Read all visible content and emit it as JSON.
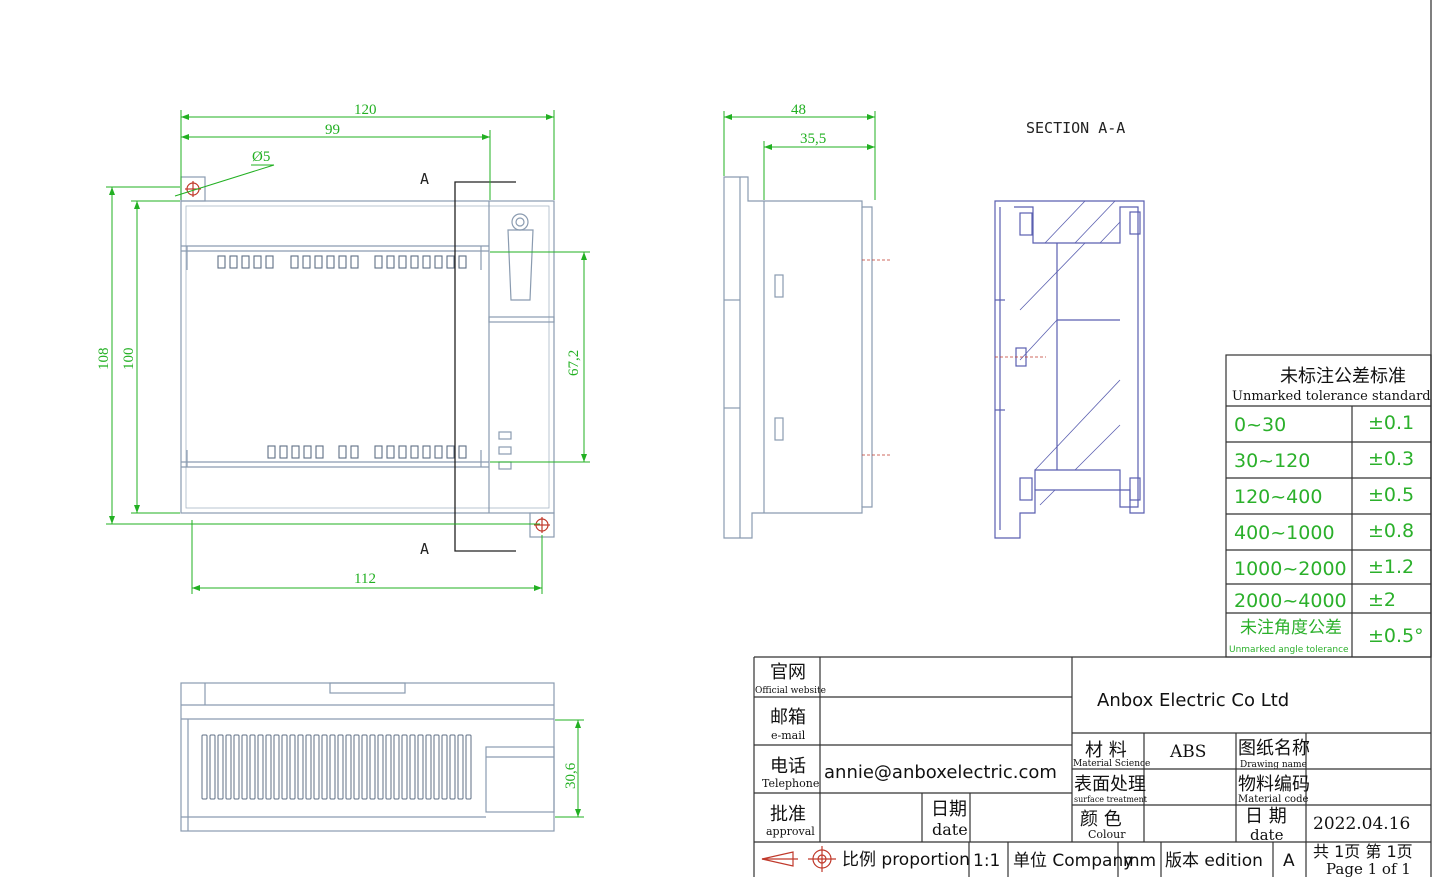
{
  "front_view": {
    "dim_width": "120",
    "dim_hole_span": "99",
    "dim_hole_dia": "Ø5",
    "dim_height_outer": "108",
    "dim_height_inner": "100",
    "dim_terminal_span": "67,2",
    "dim_bottom": "112",
    "section_mark": "A"
  },
  "side_view": {
    "dim_depth": "48",
    "dim_depth_inner": "35,5"
  },
  "bottom_view": {
    "dim_height": "30,6"
  },
  "section_view": {
    "title": "SECTION A-A"
  },
  "tolerance_table": {
    "title_cn": "未标注公差标准",
    "title_en": "Unmarked tolerance standard",
    "rows": [
      {
        "range": "0~30",
        "tol": "±0.1"
      },
      {
        "range": "30~120",
        "tol": "±0.3"
      },
      {
        "range": "120~400",
        "tol": "±0.5"
      },
      {
        "range": "400~1000",
        "tol": "±0.8"
      },
      {
        "range": "1000~2000",
        "tol": "±1.2"
      },
      {
        "range": "2000~4000",
        "tol": "±2"
      }
    ],
    "angle_cn": "未注角度公差",
    "angle_en": "Unmarked angle tolerance",
    "angle_tol": "±0.5°"
  },
  "title_block": {
    "website_cn": "官网",
    "website_en": "Official website",
    "email_cn": "邮箱",
    "email_en": "e-mail",
    "tel_cn": "电话",
    "tel_en": "Telephone",
    "tel_value": "annie@anboxelectric.com",
    "approval_cn": "批准",
    "approval_en": "approval",
    "date_cn": "日期",
    "date_en": "date",
    "company": "Anbox Electric Co Ltd",
    "material_cn": "材  料",
    "material_en": "Material Science",
    "material_value": "ABS",
    "drawing_name_cn": "图纸名称",
    "drawing_name_en": "Drawing name",
    "surface_cn": "表面处理",
    "surface_en": "surface treatment",
    "material_code_cn": "物料编码",
    "material_code_en": "Material code",
    "colour_cn": "颜  色",
    "colour_en": "Colour",
    "date2_cn": "日  期",
    "date2_en": "date",
    "date_value": "2022.04.16",
    "proportion_label": "比例 proportion",
    "proportion_value": "1:1",
    "unit_label": "单位 Company",
    "unit_value": "mm",
    "edition_label": "版本 edition",
    "edition_value": "A",
    "page_cn": "共 1页  第 1页",
    "page_en": "Page 1 of 1"
  }
}
